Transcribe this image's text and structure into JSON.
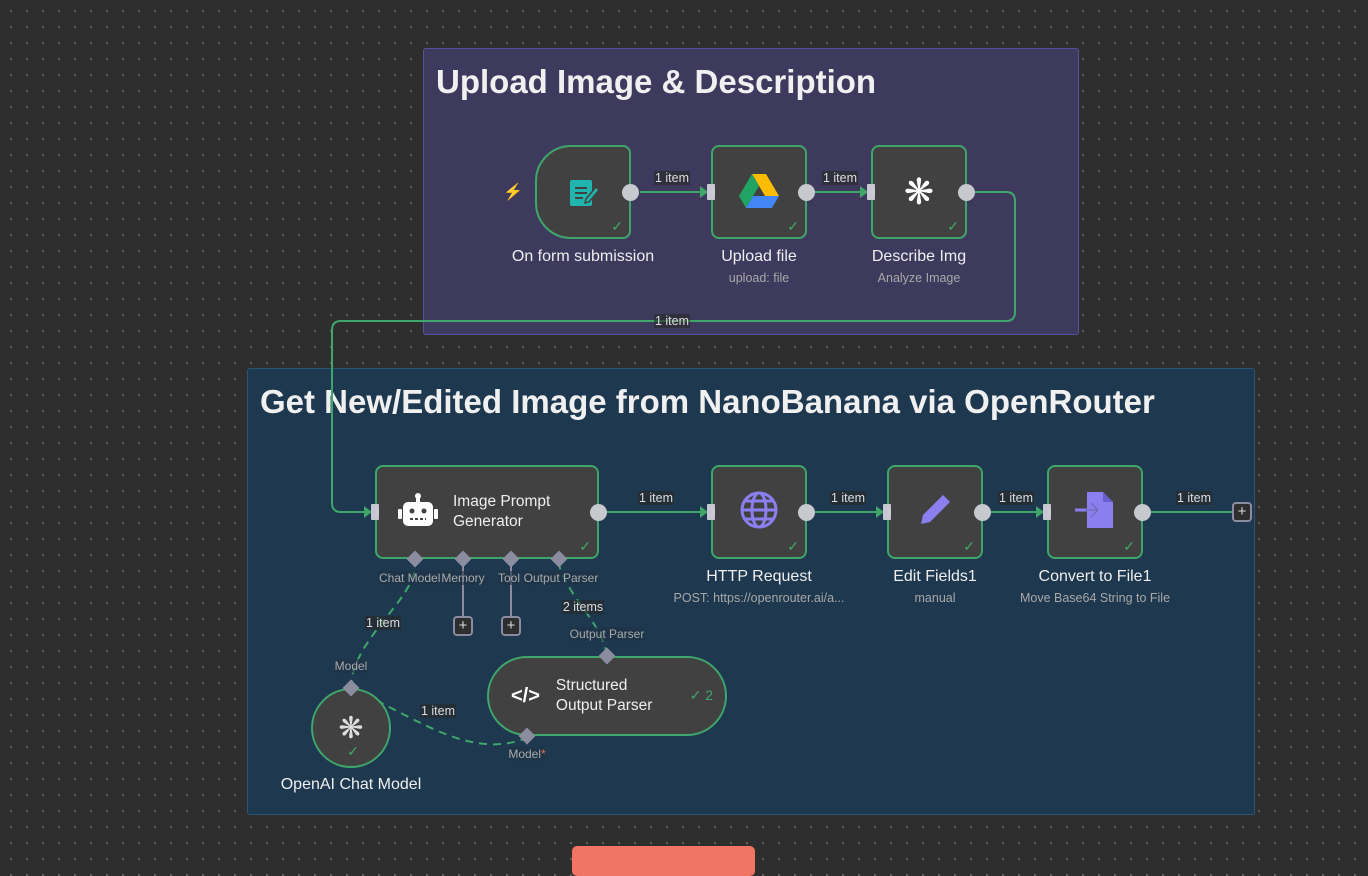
{
  "stickies": [
    {
      "title": "Upload Image & Description"
    },
    {
      "title": "Get New/Edited Image from NanoBanana via OpenRouter"
    }
  ],
  "nodes": {
    "form": {
      "title": "On form submission"
    },
    "upload": {
      "title": "Upload file",
      "subtitle": "upload: file"
    },
    "describe": {
      "title": "Describe Img",
      "subtitle": "Analyze Image"
    },
    "agent": {
      "title_line1": "Image Prompt",
      "title_line2": "Generator"
    },
    "http": {
      "title": "HTTP Request",
      "subtitle": "POST: https://openrouter.ai/a..."
    },
    "edit": {
      "title": "Edit Fields1",
      "subtitle": "manual"
    },
    "convert": {
      "title": "Convert to File1",
      "subtitle": "Move Base64 String to File"
    },
    "openai": {
      "title": "OpenAI Chat Model"
    },
    "parser": {
      "title_line1": "Structured",
      "title_line2": "Output Parser",
      "run_count": "2"
    }
  },
  "edge_labels": {
    "e1": "1 item",
    "e2": "1 item",
    "e3": "1 item",
    "e4": "1 item",
    "e5": "1 item",
    "e6": "1 item",
    "e7": "1 item",
    "e8": "1 item",
    "e9": "2 items",
    "e10": "1 item"
  },
  "ports": {
    "chat_model": "Chat Model",
    "memory": "Memory",
    "tool": "Tool",
    "output_parser": "Output Parser",
    "parser_in": "Output Parser",
    "model": "Model",
    "model_req": "Model",
    "required_mark": "*"
  },
  "colors": {
    "success": "#3fa66b",
    "trigger": "#ea6c5b"
  }
}
